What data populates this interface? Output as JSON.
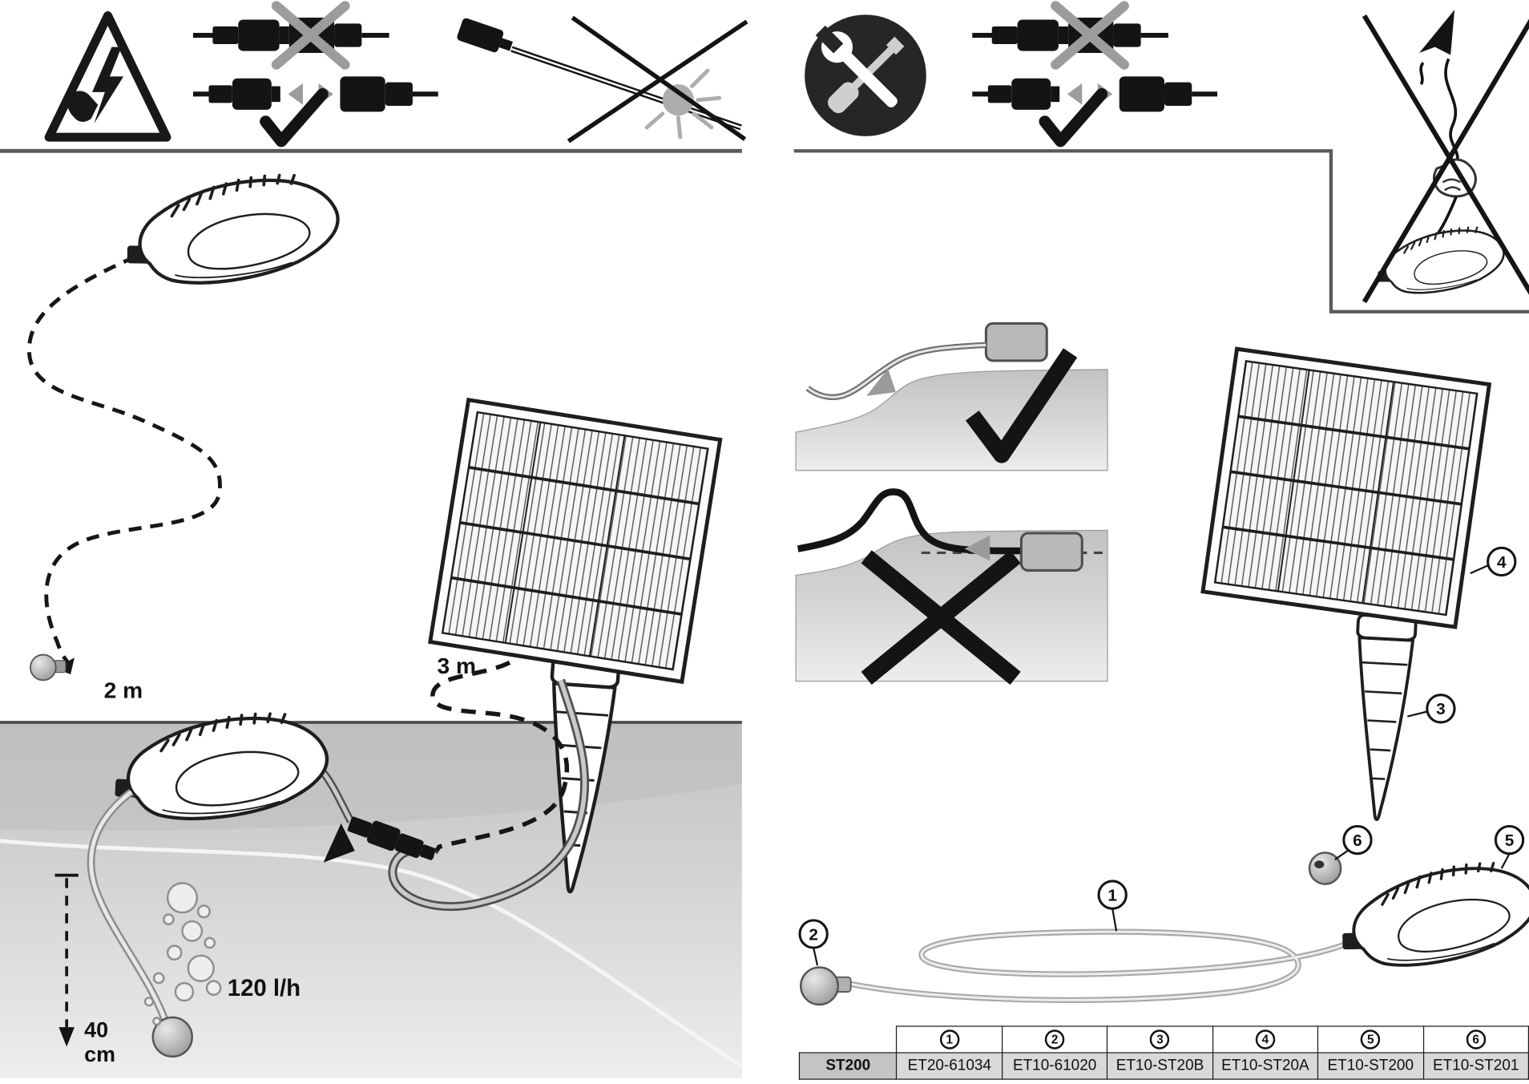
{
  "figure": {
    "left": {
      "hose_length_label": "2 m",
      "cable_length_label": "3 m",
      "flow_rate_label": "120 l/h",
      "depth_value": "40",
      "depth_unit": "cm"
    },
    "callouts": {
      "c1": "1",
      "c2": "2",
      "c3": "3",
      "c4": "4",
      "c5": "5",
      "c6": "6"
    }
  },
  "parts_table": {
    "model": "ST200",
    "columns": [
      {
        "num": "1",
        "part": "ET20-61034"
      },
      {
        "num": "2",
        "part": "ET10-61020"
      },
      {
        "num": "3",
        "part": "ET10-ST20B"
      },
      {
        "num": "4",
        "part": "ET10-ST20A"
      },
      {
        "num": "5",
        "part": "ET10-ST200"
      },
      {
        "num": "6",
        "part": "ET10-ST201"
      }
    ]
  },
  "icons": {
    "warning_triangle": "electric-shock-warning-icon",
    "tools_circle": "wrench-screwdriver-icon",
    "connector_joined": "joined-connectors-crossed-icon",
    "connector_apart": "separated-connectors-ok-icon",
    "checkmark": "checkmark-icon",
    "no_light": "no-lamp-on-cable-icon",
    "no_carry": "do-not-carry-by-cable-icon",
    "routing_ok": "cable-over-pond-edge-correct-icon",
    "routing_bad": "cable-loop-over-edge-wrong-icon"
  },
  "colors": {
    "ink": "#141414",
    "gray_mid": "#9c9c9c",
    "ground": "#c9c9c9",
    "table_cell": "#d9d9d9",
    "table_model_cell": "#c4c4c4"
  }
}
